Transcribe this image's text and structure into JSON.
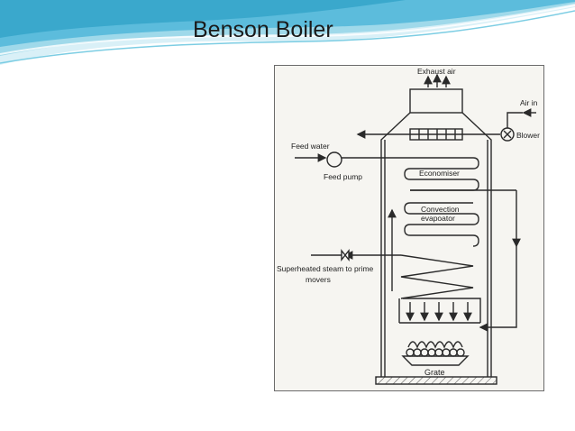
{
  "slide": {
    "title": "Benson Boiler"
  },
  "diagram": {
    "labels": {
      "exhaust_air": "Exhaust air",
      "air_in": "Air in",
      "blower": "Blower",
      "feed_water": "Feed water",
      "feed_pump": "Feed pump",
      "economiser": "Economiser",
      "convection_line1": "Convection",
      "convection_line2": "evapoator",
      "superheated_line1": "Superheated steam to prime",
      "superheated_line2": "movers",
      "grate": "Grate"
    }
  },
  "theme": {
    "wave_light": "#bfe6f2",
    "wave_mid": "#7ccde3",
    "wave_dark": "#3aa8cc",
    "line_color": "#2a2a2a"
  }
}
